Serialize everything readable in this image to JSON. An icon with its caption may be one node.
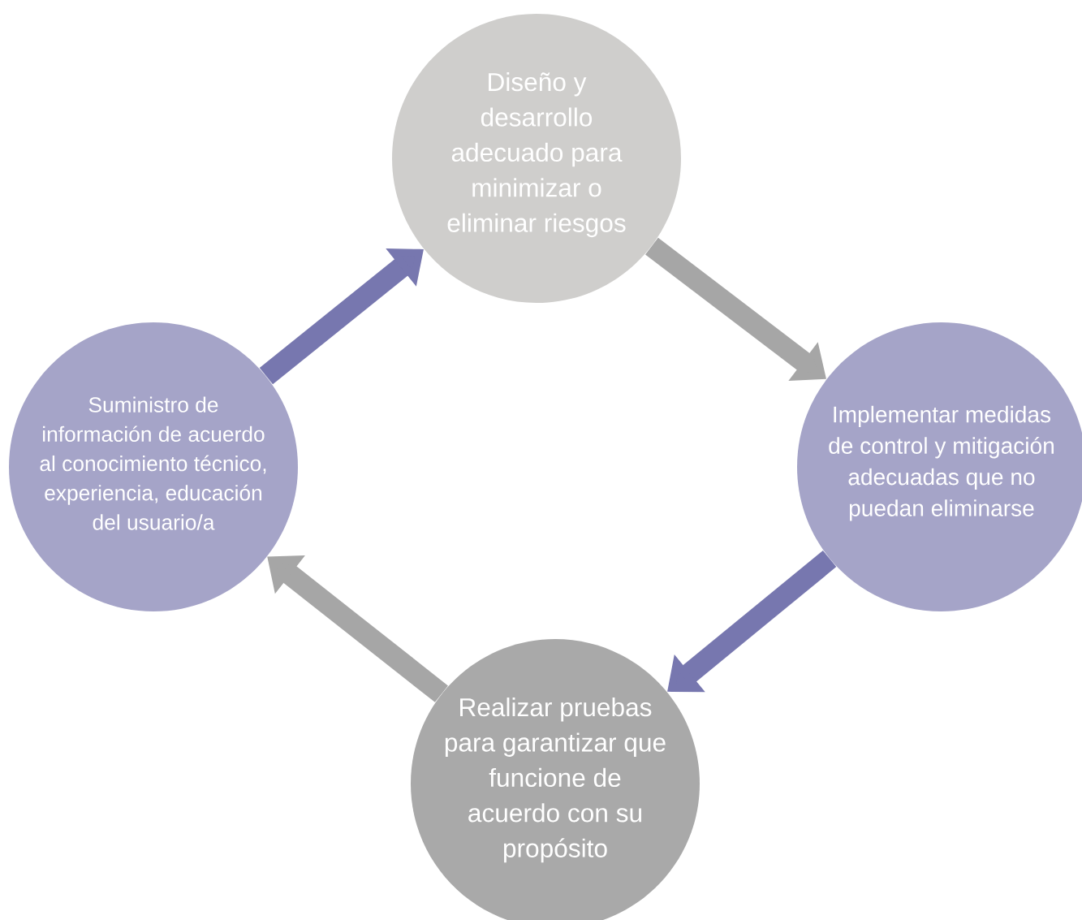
{
  "diagram": {
    "nodes": [
      {
        "text": [
          "Diseño y desarrollo adecuado para minimizar o eliminar riesgos"
        ]
      },
      {
        "text": [
          "Implementar medidas de control y mitigación adecuadas que no puedan eliminarse"
        ]
      },
      {
        "text": [
          "Realizar pruebas para garantizar que funcione de acuerdo con su propósito"
        ]
      },
      {
        "text": [
          "Suministro de información de acuerdo al conocimiento técnico, experiencia, educación del usuario/a"
        ]
      }
    ],
    "edges": [
      {
        "from": 3,
        "to": 0,
        "arrow": "to",
        "color": "#7777af"
      },
      {
        "from": 0,
        "to": 1,
        "arrow": "to",
        "color": "#a6a6a6"
      },
      {
        "from": 1,
        "to": 2,
        "arrow": "to",
        "color": "#7777af"
      },
      {
        "from": 2,
        "to": 3,
        "arrow": "to",
        "color": "#a6a6a6"
      }
    ]
  }
}
